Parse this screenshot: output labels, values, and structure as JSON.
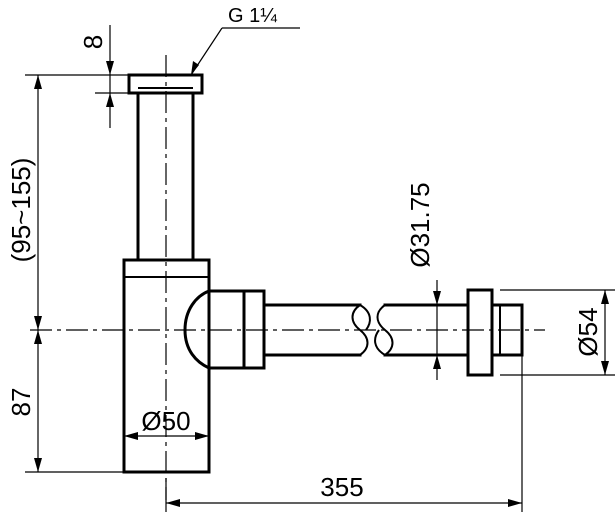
{
  "drawing": {
    "thread_label": "G 1¼",
    "flange_height_label": "8",
    "adjustable_height_label": "(95~155)",
    "lower_height_label": "87",
    "outlet_pipe_diameter_label": "Ø31.75",
    "wall_flange_diameter_label": "Ø54",
    "body_diameter_label": "Ø50",
    "overall_length_label": "355"
  }
}
